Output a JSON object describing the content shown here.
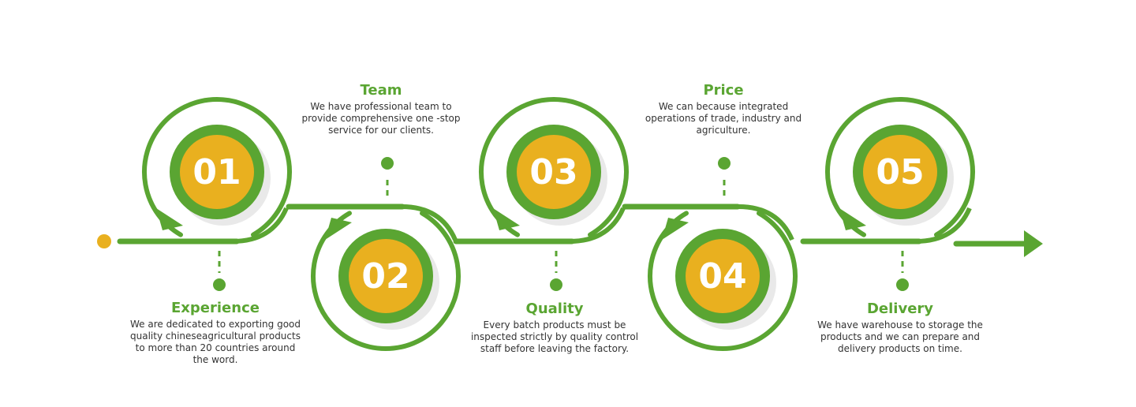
{
  "colors": {
    "green": "#5aa532",
    "gold": "#e9b01f",
    "shadow": "#e9e9e9",
    "title": "#5aa532",
    "text": "#333333"
  },
  "start_marker": "gold-dot",
  "end_marker": "arrow-right-icon",
  "steps": [
    {
      "number": "01",
      "title": "Experience",
      "description": "We are dedicated to exporting good quality chineseagricultural products to more than 20 countries around the word.",
      "position": "bottom"
    },
    {
      "number": "02",
      "title": "Team",
      "description": "We have professional team to provide comprehensive one -stop service for our clients.",
      "position": "top"
    },
    {
      "number": "03",
      "title": "Quality",
      "description": "Every batch products must be inspected strictly by quality control staff before leaving the factory.",
      "position": "bottom"
    },
    {
      "number": "04",
      "title": "Price",
      "description": "We can because integrated operations of trade, industry and agriculture.",
      "position": "top"
    },
    {
      "number": "05",
      "title": "Delivery",
      "description": "We have warehouse to storage the products and we can prepare and delivery products on time.",
      "position": "bottom"
    }
  ]
}
